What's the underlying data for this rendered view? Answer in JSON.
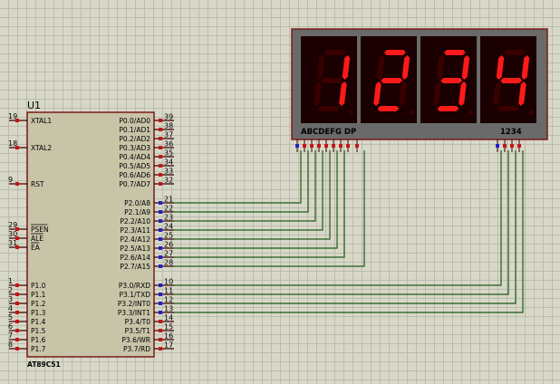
{
  "mcu": {
    "ref": "U1",
    "part": "AT89C51",
    "left_pins": [
      {
        "num": "19",
        "label": "XTAL1",
        "overline": false
      },
      {
        "num": "18",
        "label": "XTAL2",
        "overline": false
      },
      {
        "num": "9",
        "label": "RST",
        "overline": false
      },
      {
        "num": "29",
        "label": "PSEN",
        "overline": true
      },
      {
        "num": "30",
        "label": "ALE",
        "overline": true
      },
      {
        "num": "31",
        "label": "EA",
        "overline": true
      },
      {
        "num": "1",
        "label": "P1.0",
        "overline": false
      },
      {
        "num": "2",
        "label": "P1.1",
        "overline": false
      },
      {
        "num": "3",
        "label": "P1.2",
        "overline": false
      },
      {
        "num": "4",
        "label": "P1.3",
        "overline": false
      },
      {
        "num": "5",
        "label": "P1.4",
        "overline": false
      },
      {
        "num": "6",
        "label": "P1.5",
        "overline": false
      },
      {
        "num": "7",
        "label": "P1.6",
        "overline": false
      },
      {
        "num": "8",
        "label": "P1.7",
        "overline": false
      }
    ],
    "right_pins": [
      {
        "num": "39",
        "label": "P0.0/AD0"
      },
      {
        "num": "38",
        "label": "P0.1/AD1"
      },
      {
        "num": "37",
        "label": "P0.2/AD2"
      },
      {
        "num": "36",
        "label": "P0.3/AD3"
      },
      {
        "num": "35",
        "label": "P0.4/AD4"
      },
      {
        "num": "34",
        "label": "P0.5/AD5"
      },
      {
        "num": "33",
        "label": "P0.6/AD6"
      },
      {
        "num": "32",
        "label": "P0.7/AD7"
      },
      {
        "num": "21",
        "label": "P2.0/A8"
      },
      {
        "num": "22",
        "label": "P2.1/A9"
      },
      {
        "num": "23",
        "label": "P2.2/A10"
      },
      {
        "num": "24",
        "label": "P2.3/A11"
      },
      {
        "num": "25",
        "label": "P2.4/A12"
      },
      {
        "num": "26",
        "label": "P2.5/A13"
      },
      {
        "num": "27",
        "label": "P2.6/A14"
      },
      {
        "num": "28",
        "label": "P2.7/A15"
      },
      {
        "num": "10",
        "label": "P3.0/RXD"
      },
      {
        "num": "11",
        "label": "P3.1/TXD"
      },
      {
        "num": "12",
        "label": "P3.2/INT0"
      },
      {
        "num": "13",
        "label": "P3.3/INT1"
      },
      {
        "num": "14",
        "label": "P3.4/T0"
      },
      {
        "num": "15",
        "label": "P3.5/T1"
      },
      {
        "num": "16",
        "label": "P3.6/WR"
      },
      {
        "num": "17",
        "label": "P3.7/RD"
      }
    ]
  },
  "display": {
    "digits": [
      "1",
      "2",
      "3",
      "4"
    ],
    "segment_label": "ABCDEFG  DP",
    "digit_label": "1234"
  },
  "colors": {
    "chip_fill": "#c8c4a8",
    "chip_border": "#7a1a1a",
    "wire": "#1a5c1a",
    "seg_on": "#ff1a1a",
    "seg_off": "#3a0000",
    "display_body": "#6a6a6a",
    "display_window": "#1a0000",
    "pin_red": "#c81414",
    "pin_blue": "#2020d0"
  }
}
